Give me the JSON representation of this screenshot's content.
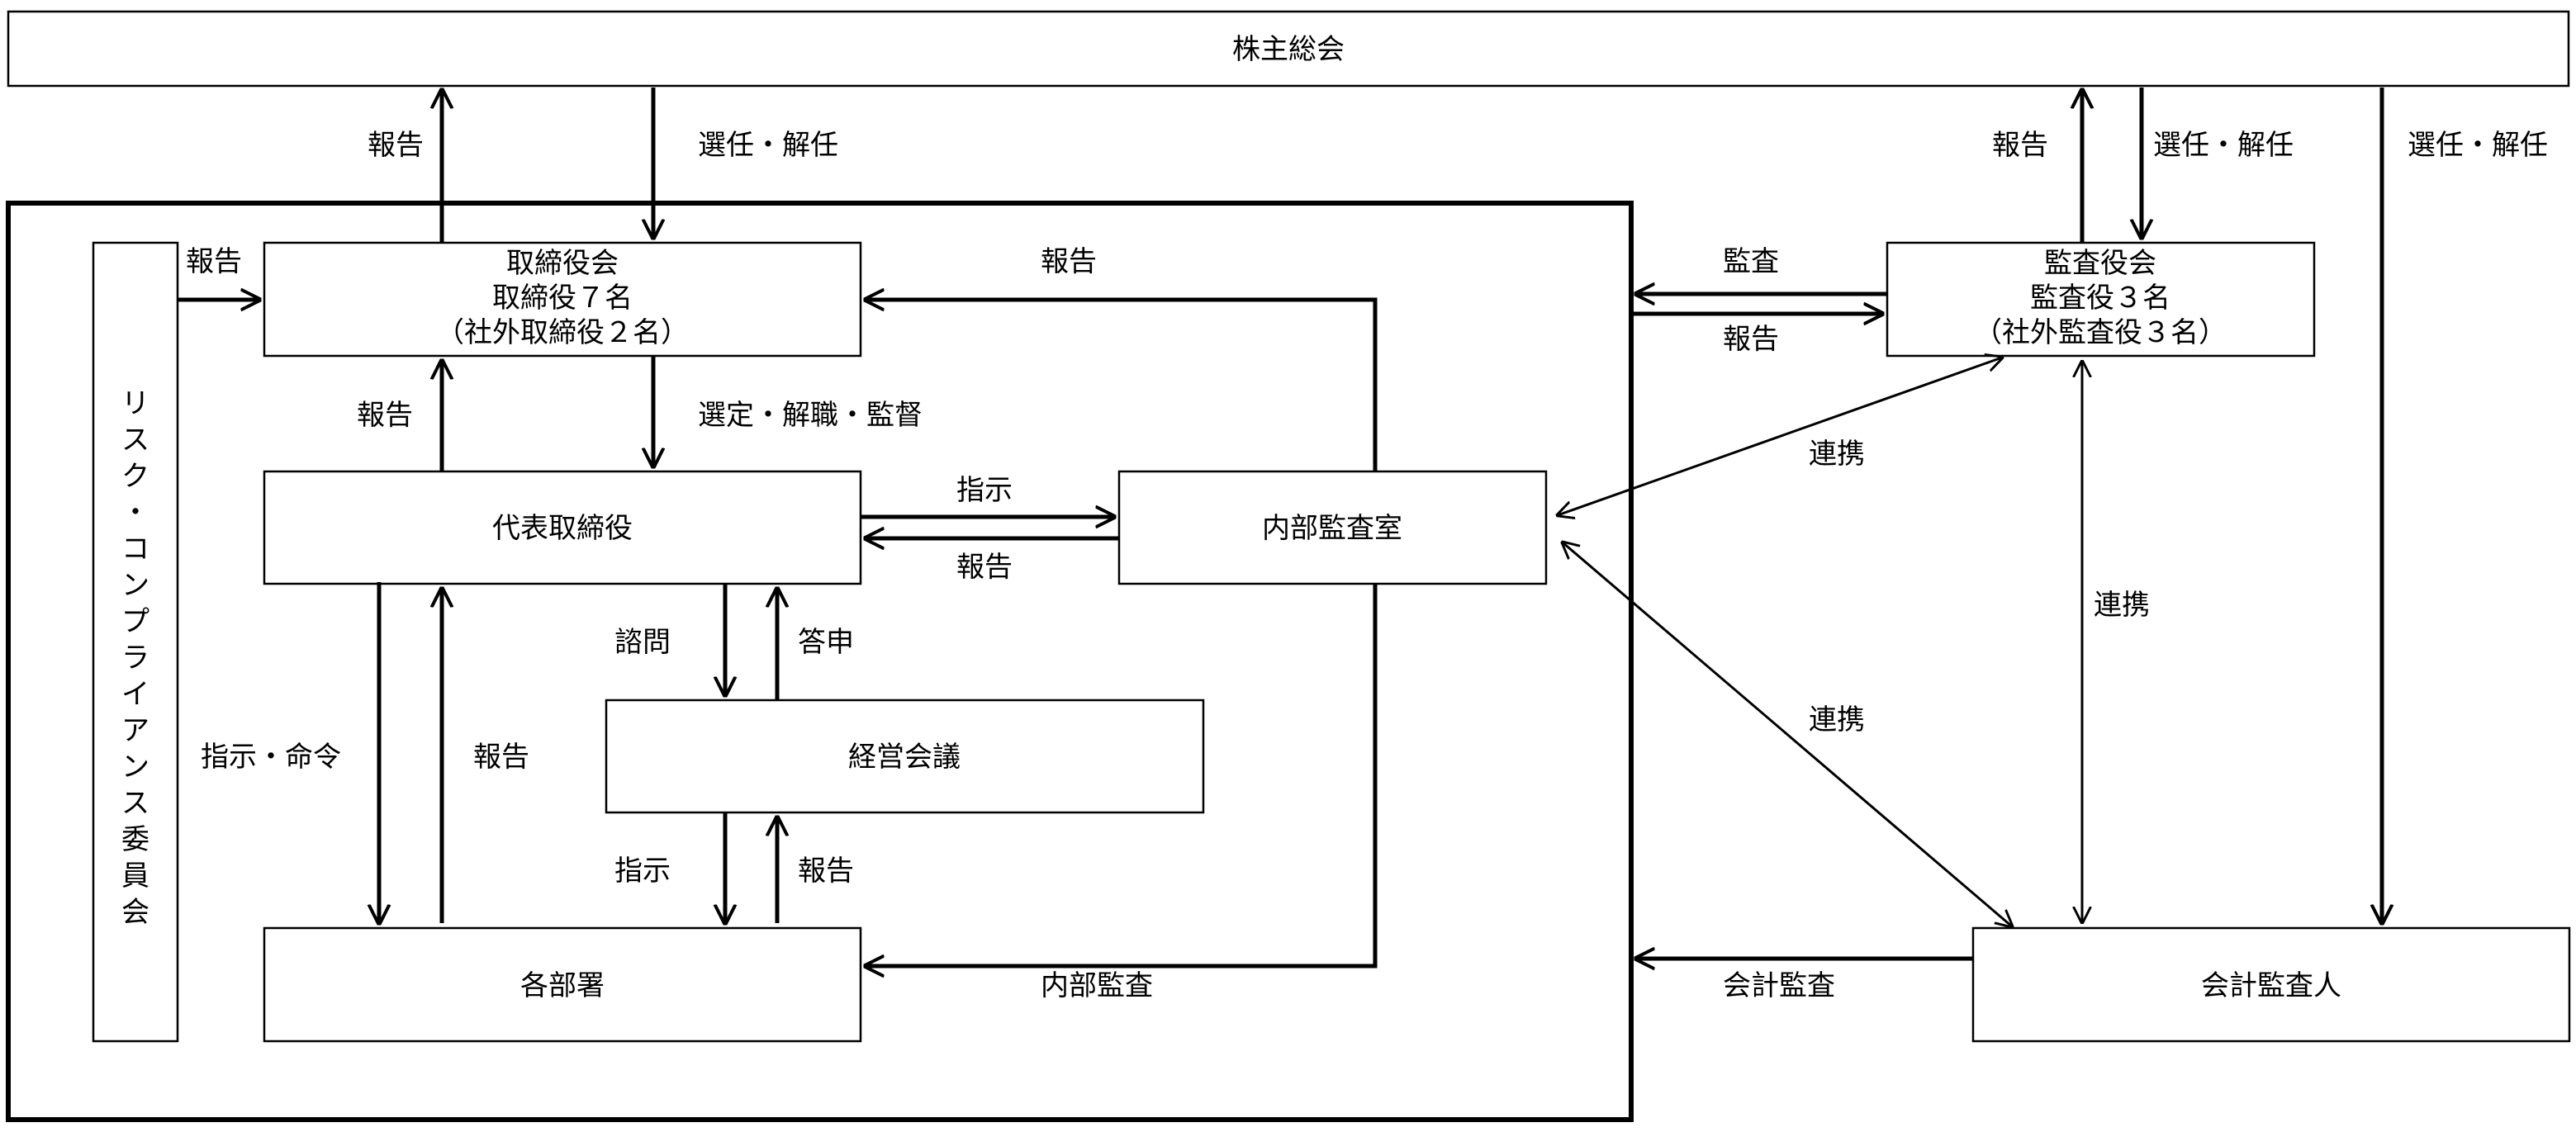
{
  "boxes": {
    "shareholders": "株主総会",
    "board_line1": "取締役会",
    "board_line2": "取締役７名",
    "board_line3": "（社外取締役２名）",
    "president": "代表取締役",
    "internal_audit": "内部監査室",
    "management_meeting": "経営会議",
    "departments": "各部署",
    "auditors_line1": "監査役会",
    "auditors_line2": "監査役３名",
    "auditors_line3": "（社外監査役３名）",
    "accounting_auditor": "会計監査人",
    "risk_committee": [
      "リ",
      "ス",
      "ク",
      "・",
      "コ",
      "ン",
      "プ",
      "ラ",
      "イ",
      "ア",
      "ン",
      "ス",
      "委",
      "員",
      "会"
    ]
  },
  "labels": {
    "report": "報告",
    "appoint_dismiss": "選任・解任",
    "select_dismiss_supervise": "選定・解職・監督",
    "instruction": "指示",
    "instruction_order": "指示・命令",
    "consult": "諮問",
    "answer": "答申",
    "internal_audit": "内部監査",
    "audit": "監査",
    "accounting_audit": "会計監査",
    "cooperation": "連携"
  }
}
